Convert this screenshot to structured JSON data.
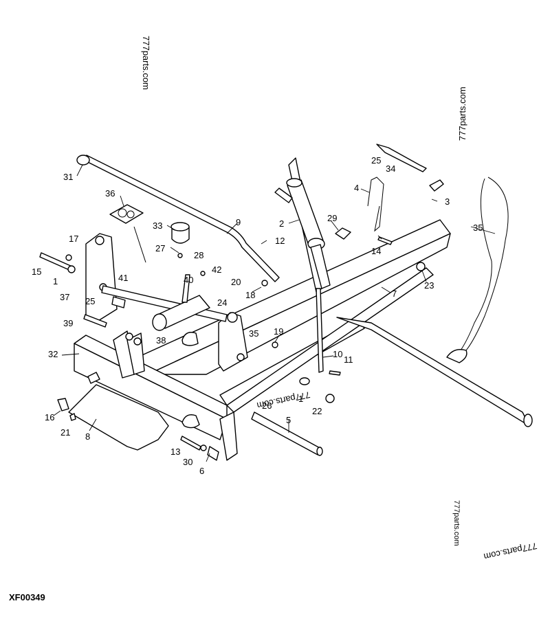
{
  "figure_id": "XF00349",
  "watermarks": [
    "777parts.com",
    "777parts.com",
    "777parts.com",
    "777parts.com",
    "777parts.com"
  ],
  "callouts": [
    "1",
    "1",
    "2",
    "3",
    "4",
    "5",
    "6",
    "7",
    "8",
    "9",
    "10",
    "11",
    "12",
    "13",
    "14",
    "15",
    "16",
    "17",
    "18",
    "19",
    "20",
    "21",
    "22",
    "23",
    "24",
    "25",
    "25",
    "26",
    "27",
    "28",
    "29",
    "30",
    "31",
    "32",
    "33",
    "34",
    "35",
    "35",
    "36",
    "37",
    "38",
    "39",
    "40",
    "41",
    "42"
  ]
}
